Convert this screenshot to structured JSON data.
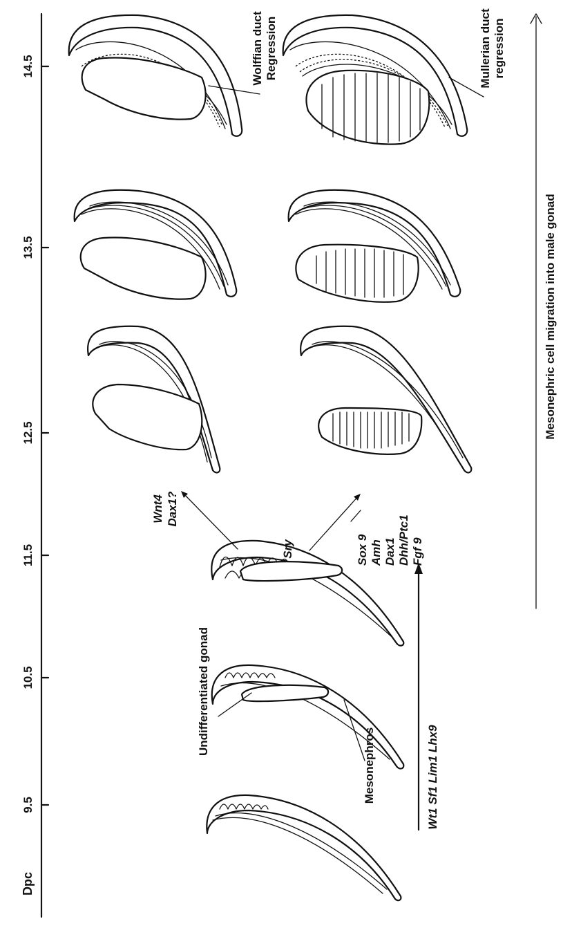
{
  "axis": {
    "label": "Dpc",
    "ticks": [
      "9.5",
      "10.5",
      "11.5",
      "12.5",
      "13.5",
      "14.5"
    ]
  },
  "labels": {
    "undifferentiated_gonad": "Undifferentiated gonad",
    "mesonephros": "Mesonephros",
    "early_genes": "Wt1 Sf1 Lim1 Lhx9",
    "female_genes": [
      "Wnt4",
      "Dax1?"
    ],
    "sry": "Sry",
    "male_genes": [
      "Sox 9",
      "Amh",
      "Dax1",
      "Dhh/Ptc1",
      "Fgf 9"
    ],
    "wolffian": [
      "Wolffian duct",
      "Regression"
    ],
    "mullerian": [
      "Mullerian duct",
      "regression"
    ],
    "migration": "Mesonephric cell migration into male gonad"
  },
  "colors": {
    "ink": "#111111",
    "background": "#ffffff"
  }
}
